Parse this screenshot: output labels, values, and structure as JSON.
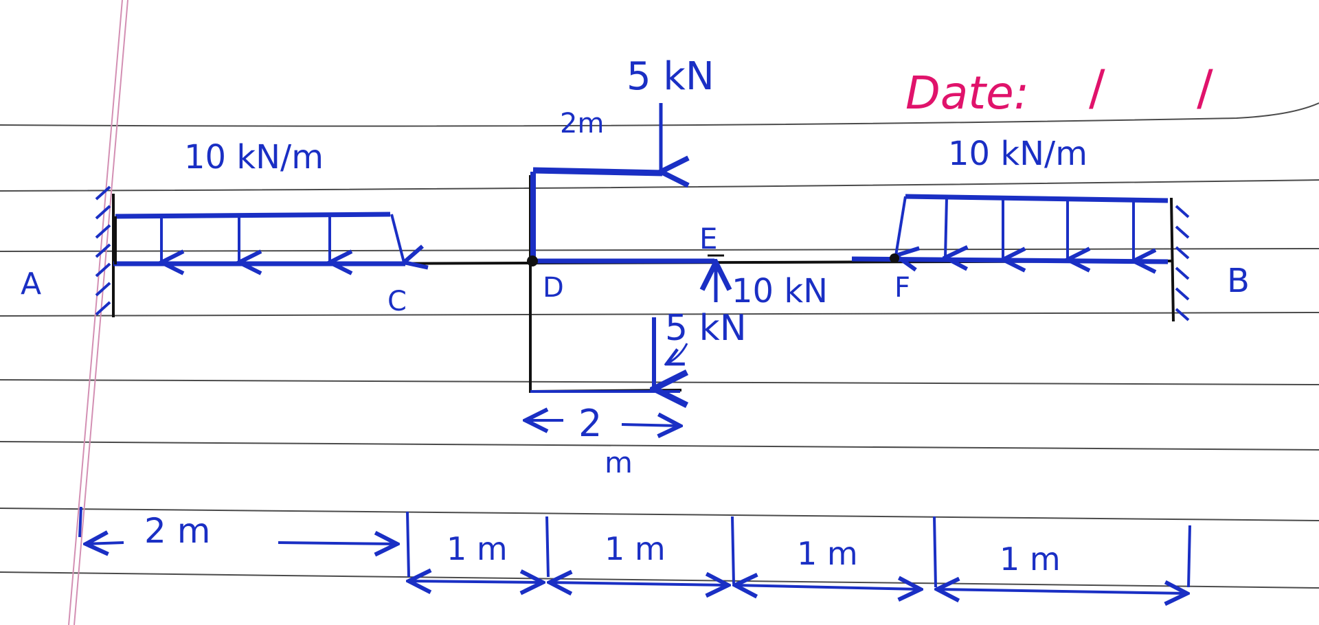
{
  "header": {
    "date_label": "Date:",
    "date_slashes": "/      /"
  },
  "colors": {
    "ink": "#1a2fc4",
    "pencil_black": "#111111",
    "ruled_line": "#2b2b2b",
    "margin_line": "#d38fb3",
    "date_pink": "#e0136b"
  },
  "beam": {
    "support_left_label": "A",
    "support_right_label": "B",
    "point_labels": {
      "C": "C",
      "D": "D",
      "E": "E",
      "F": "F"
    },
    "loads": {
      "udl_left": "10 kN/m",
      "udl_right": "10 kN/m",
      "top_point": "5 kN",
      "top_arm": "2m",
      "upward_at_E": "10 kN",
      "bottom_point": "5 kN"
    },
    "bracket_dimension": {
      "value": "2",
      "unit": "m"
    },
    "span_dimensions": [
      "2 m",
      "1 m",
      "1 m",
      "1 m",
      "1 m"
    ]
  }
}
